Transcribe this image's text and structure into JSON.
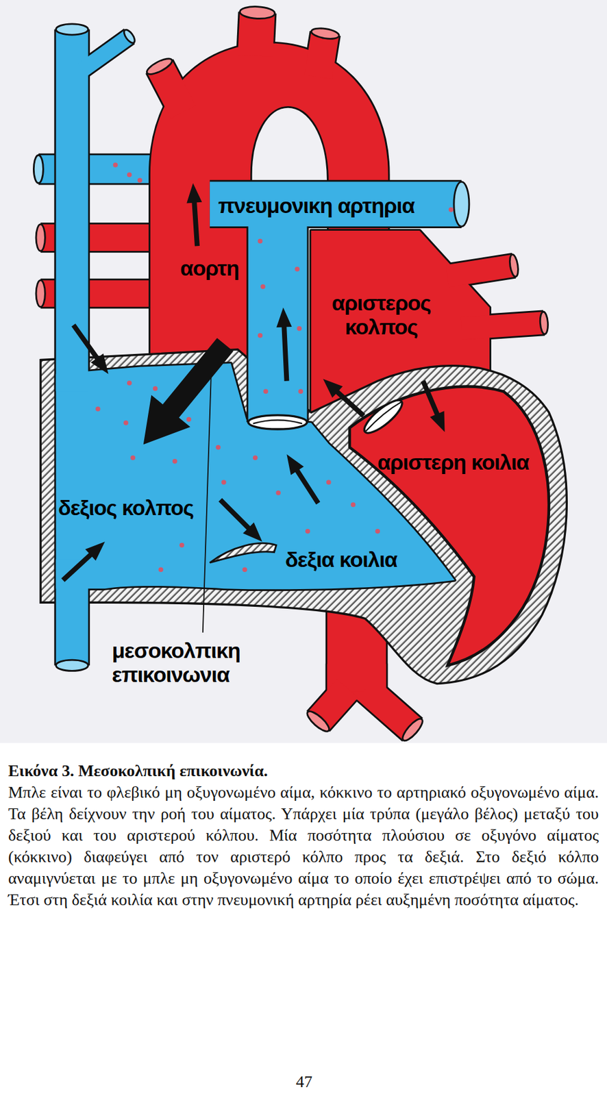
{
  "diagram": {
    "title": "Εικόνα 3. Μεσοκολπική επικοινωνία.",
    "caption": "Μπλε είναι το φλεβικό μη οξυγονωμένο αίμα, κόκκινο το αρτηριακό οξυγονωμένο αίμα. Τα βέλη δείχνουν την ροή του αίματος. Υπάρχει μία τρύπα (μεγάλο βέλος) μεταξύ του δεξιού και του αριστερού κόλπου. Μία ποσότητα πλούσιου σε οξυγόνο αίματος (κόκκινο) διαφεύγει από τον αριστερό κόλπο προς τα δεξιά. Στο δεξιό κόλπο αναμιγνύεται με το μπλε μη οξυγονωμένο αίμα το οποίο έχει επιστρέψει από το σώμα. Έτσι στη δεξιά κοιλία και στην πνευμονική αρτηρία ρέει αυξημένη ποσότητα αίματος.",
    "labels": [
      "πνευμονικη αρτηρια",
      "αορτη",
      "αριστερος κολπος",
      "αριστερη κοιλια",
      "δεξιος κολπος",
      "δεξια κοιλια",
      "μεσοκολπικη επικοινωνια",
      "47"
    ]
  }
}
